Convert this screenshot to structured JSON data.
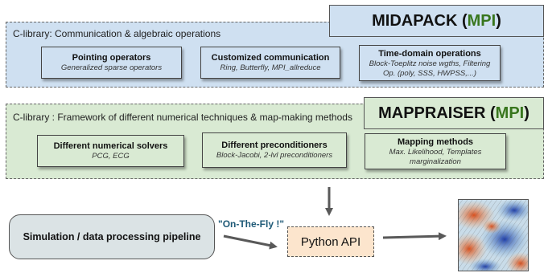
{
  "midapack": {
    "description": "C-library: Communication & algebraic operations",
    "title_name": "MIDAPACK (",
    "title_mpi": "MPI",
    "title_close": ")",
    "modules": [
      {
        "title": "Pointing operators",
        "subtitle": "Generalized sparse operators"
      },
      {
        "title": "Customized communication",
        "subtitle": "Ring, Butterfly, MPI_allreduce"
      },
      {
        "title": "Time-domain operations",
        "subtitle": "Block-Toeplitz noise wgths, Filtering Op. (poly, SSS, HWPSS,...)"
      }
    ]
  },
  "mappraiser": {
    "description": "C-library : Framework of different numerical techniques & map-making methods",
    "title_name": "MAPPRAISER (",
    "title_mpi": "MPI",
    "title_close": ")",
    "modules": [
      {
        "title": "Different numerical solvers",
        "subtitle": "PCG, ECG"
      },
      {
        "title": "Different preconditioners",
        "subtitle": "Block-Jacobi, 2-lvl preconditioners"
      },
      {
        "title": "Mapping methods",
        "subtitle": "Max. Likelihood, Templates marginalization"
      }
    ]
  },
  "pipeline": {
    "label": "Simulation / data processing pipeline"
  },
  "onthefly": {
    "label": "\"On-The-Fly !\""
  },
  "python_api": {
    "label": "Python API"
  },
  "colors": {
    "midapack_bg": "#cfe0f1",
    "mappraiser_bg": "#d9ead3",
    "mpi_green": "#38761d",
    "python_api_bg": "#fce5cd",
    "pipeline_bg": "#dbe3e5",
    "onthefly_text": "#1f5a77"
  },
  "icons": {
    "output_map": "sky-map-icon"
  }
}
